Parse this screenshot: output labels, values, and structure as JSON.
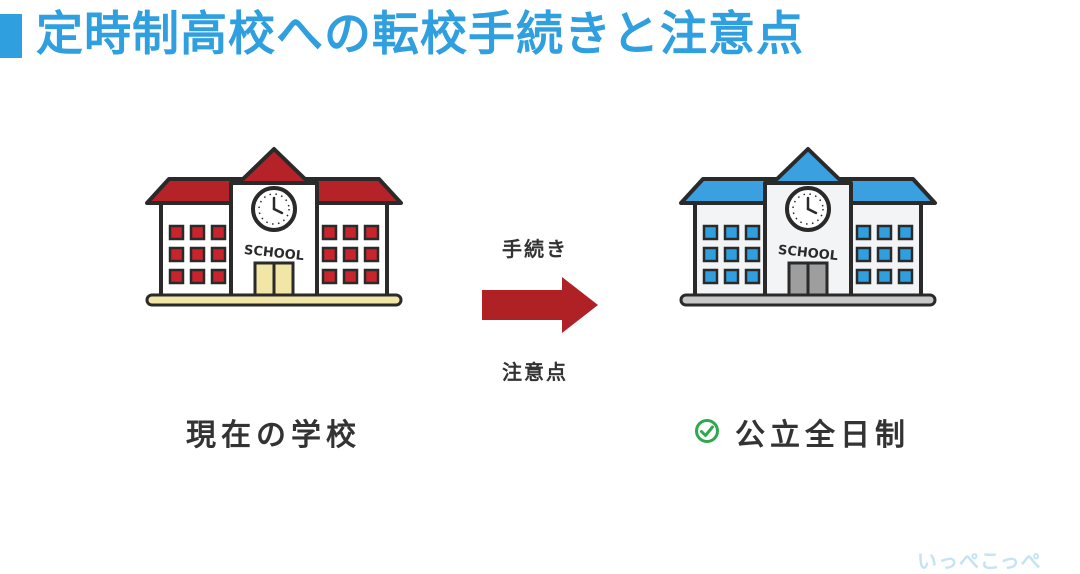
{
  "title": "定時制高校への転校手続きと注意点",
  "colors": {
    "accent": "#2f9fe0",
    "arrow": "#b02126",
    "check": "#2fa84f",
    "text": "#333333",
    "current_roof": "#b52227",
    "current_windows": "#c9232c",
    "current_base": "#f2e6a6",
    "target_roof": "#3aa0e0",
    "target_windows": "#2f9fe0",
    "target_base": "#c8c8c8"
  },
  "current_school": {
    "sign_text": "SCHOOL",
    "caption": "現在の学校",
    "icon": "school-building-icon"
  },
  "target_school": {
    "sign_text": "SCHOOL",
    "caption": "公立全日制",
    "icon": "school-building-icon",
    "check_icon": "check-circle-icon"
  },
  "transition": {
    "top_label": "手続き",
    "bottom_label": "注意点",
    "icon": "arrow-right-icon"
  },
  "watermark": "いっぺこっぺ"
}
